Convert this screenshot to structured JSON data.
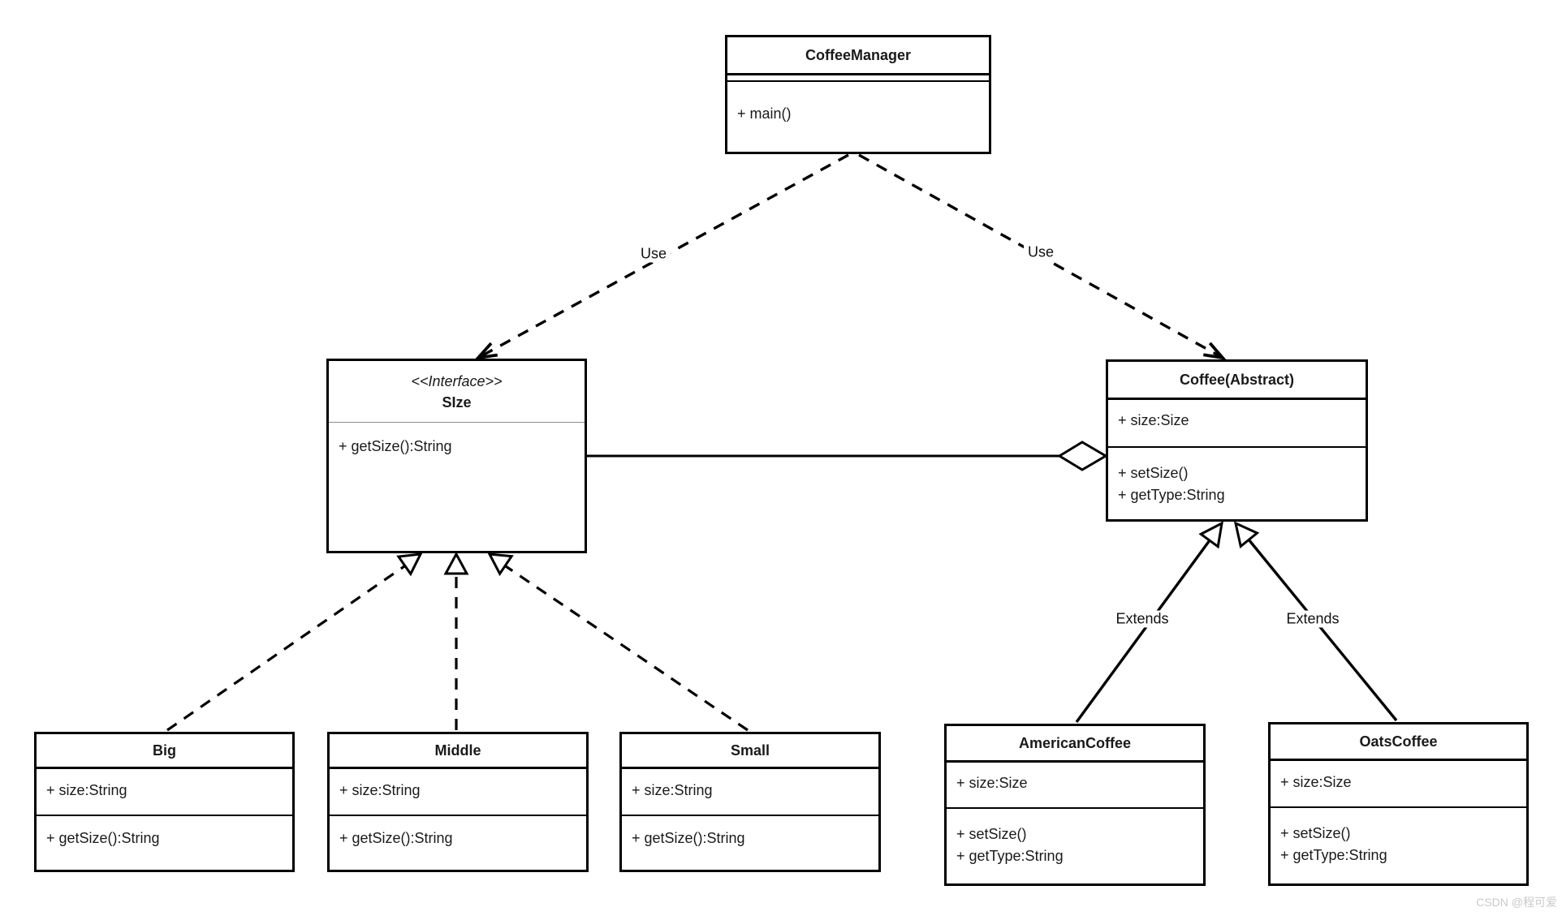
{
  "classes": {
    "coffee_manager": {
      "title": "CoffeeManager",
      "methods": [
        "+ main()"
      ]
    },
    "size_interface": {
      "stereotype": "<<Interface>>",
      "title": "SIze",
      "methods": [
        "+ getSize():String"
      ]
    },
    "coffee_abstract": {
      "title": "Coffee(Abstract)",
      "attributes": [
        "+ size:Size"
      ],
      "methods": [
        "+ setSize()",
        "+ getType:String"
      ]
    },
    "big": {
      "title": "Big",
      "attributes": [
        "+ size:String"
      ],
      "methods": [
        "+ getSize():String"
      ]
    },
    "middle": {
      "title": "Middle",
      "attributes": [
        "+ size:String"
      ],
      "methods": [
        "+ getSize():String"
      ]
    },
    "small": {
      "title": "Small",
      "attributes": [
        "+ size:String"
      ],
      "methods": [
        "+ getSize():String"
      ]
    },
    "american_coffee": {
      "title": "AmericanCoffee",
      "attributes": [
        "+ size:Size"
      ],
      "methods": [
        "+ setSize()",
        "+ getType:String"
      ]
    },
    "oats_coffee": {
      "title": "OatsCoffee",
      "attributes": [
        "+ size:Size"
      ],
      "methods": [
        "+ setSize()",
        "+ getType:String"
      ]
    }
  },
  "labels": {
    "use_left": "Use",
    "use_right": "Use",
    "extends_left": "Extends",
    "extends_right": "Extends"
  },
  "watermark": "CSDN @程可爱",
  "colors": {
    "line": "#000000",
    "border": "#000000",
    "background": "#ffffff",
    "interface_divider": "#8c8c8c",
    "watermark": "#c9c9c9"
  }
}
